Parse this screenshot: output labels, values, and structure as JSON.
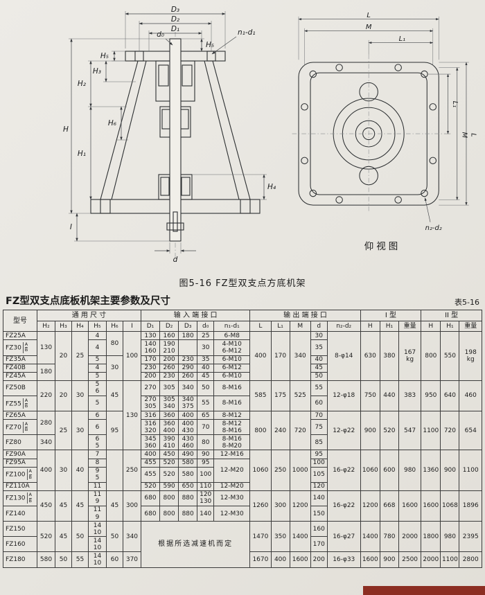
{
  "page": {
    "background": "#e9e7e1",
    "accent_bar_color": "#8c2e22"
  },
  "figure": {
    "caption": "图5-16  FZ型双支点方底机架",
    "side_caption": "仰视图",
    "labels": {
      "D3": "D₃",
      "D2": "D₂",
      "D1": "D₁",
      "H5": "H₅",
      "n1d1": "n₁-d₁",
      "d0": "d₀",
      "H3": "H₃",
      "H2": "H₂",
      "H": "H",
      "H6": "H₆",
      "H1": "H₁",
      "I": "I",
      "H4": "H₄",
      "d": "d",
      "L": "L",
      "L1": "L₁",
      "M": "M",
      "n2d2": "n₂-d₂"
    }
  },
  "section": {
    "title": "FZ型双支点底板机架主要参数及尺寸",
    "table_no": "表5-16"
  },
  "table": {
    "ab_labels": [
      "A",
      "B"
    ],
    "top_headers": [
      {
        "t": "型号",
        "rs": 2
      },
      {
        "t": "通  用  尺  寸",
        "cs": 6
      },
      {
        "t": "输  入  端  接  口",
        "cs": 5
      },
      {
        "t": "输  出  端  接  口",
        "cs": 5
      },
      {
        "t": "I 型",
        "cs": 3
      },
      {
        "t": "II 型",
        "cs": 3
      }
    ],
    "sub_headers": [
      "H₂",
      "H₃",
      "H₄",
      "H₅",
      "H₆",
      "I",
      "D₁",
      "D₂",
      "D₃",
      "d₀",
      "n₁-d₁",
      "L",
      "L₁",
      "M",
      "d",
      "n₂-d₂",
      "H",
      "H₁",
      "重量",
      "H",
      "H₁",
      "重量"
    ],
    "rows": [
      [
        {
          "t": "FZ25A",
          "m": 1
        },
        {
          "t": "130",
          "rs": 3
        },
        {
          "t": "20",
          "rs": 5
        },
        {
          "t": "25",
          "rs": 5
        },
        {
          "t": "4"
        },
        {
          "t": "80",
          "rs": 2
        },
        {
          "t": "100",
          "rs": 5
        },
        {
          "t": "130"
        },
        {
          "t": "160"
        },
        {
          "t": "180"
        },
        {
          "t": "25"
        },
        {
          "t": "6-M8"
        },
        {
          "t": "400",
          "rs": 5
        },
        {
          "t": "170",
          "rs": 5
        },
        {
          "t": "340",
          "rs": 5
        },
        {
          "t": "30"
        },
        {
          "t": "8-φ14",
          "rs": 5
        },
        {
          "t": "630",
          "rs": 5
        },
        {
          "t": "380",
          "rs": 5
        },
        {
          "t": "167\nkg",
          "rs": 5
        },
        {
          "t": "800",
          "rs": 5
        },
        {
          "t": "550",
          "rs": 5
        },
        {
          "t": "198\nkg",
          "rs": 5
        }
      ],
      [
        {
          "t": "FZ30",
          "m": 1,
          "ab": 1
        },
        {
          "t": "4"
        },
        {
          "t": "140\n160"
        },
        {
          "t": "190\n210"
        },
        {
          "t": ""
        },
        {
          "t": "30"
        },
        {
          "t": "4-M10\n6-M12"
        },
        {
          "t": "35"
        }
      ],
      [
        {
          "t": "FZ35A",
          "m": 1
        },
        {
          "t": "5"
        },
        {
          "t": "30",
          "rs": 3
        },
        {
          "t": "170"
        },
        {
          "t": "200"
        },
        {
          "t": "230"
        },
        {
          "t": "35"
        },
        {
          "t": "6-M10"
        },
        {
          "t": "40"
        }
      ],
      [
        {
          "t": "FZ40B",
          "m": 1
        },
        {
          "t": "180",
          "rs": 2
        },
        {
          "t": "4"
        },
        {
          "t": "230"
        },
        {
          "t": "260"
        },
        {
          "t": "290"
        },
        {
          "t": "40"
        },
        {
          "t": "6-M12"
        },
        {
          "t": "45"
        }
      ],
      [
        {
          "t": "FZ45A",
          "m": 1
        },
        {
          "t": "5"
        },
        {
          "t": "200"
        },
        {
          "t": "230"
        },
        {
          "t": "260"
        },
        {
          "t": "45"
        },
        {
          "t": "6-M10"
        },
        {
          "t": "50"
        }
      ],
      [
        {
          "t": "FZ50B",
          "m": 1
        },
        {
          "t": "220",
          "rs": 2
        },
        {
          "t": "20",
          "rs": 2
        },
        {
          "t": "30",
          "rs": 2
        },
        {
          "t": "5\n6"
        },
        {
          "t": "45",
          "rs": 2
        },
        {
          "t": "130",
          "rs": 5
        },
        {
          "t": "270"
        },
        {
          "t": "305"
        },
        {
          "t": "340"
        },
        {
          "t": "50"
        },
        {
          "t": "8-M16"
        },
        {
          "t": "585",
          "rs": 2
        },
        {
          "t": "175",
          "rs": 2
        },
        {
          "t": "525",
          "rs": 2
        },
        {
          "t": "55"
        },
        {
          "t": "12-φ18",
          "rs": 2
        },
        {
          "t": "750",
          "rs": 2
        },
        {
          "t": "440",
          "rs": 2
        },
        {
          "t": "383",
          "rs": 2
        },
        {
          "t": "950",
          "rs": 2
        },
        {
          "t": "640",
          "rs": 2
        },
        {
          "t": "460",
          "rs": 2
        }
      ],
      [
        {
          "t": "FZ55",
          "m": 1,
          "ab": 1
        },
        {
          "t": "5"
        },
        {
          "t": "270\n305"
        },
        {
          "t": "305\n340"
        },
        {
          "t": "340\n375"
        },
        {
          "t": "55"
        },
        {
          "t": "8-M16"
        },
        {
          "t": "60"
        }
      ],
      [
        {
          "t": "FZ65A",
          "m": 1
        },
        {
          "t": "280",
          "rs": 2
        },
        {
          "t": "25",
          "rs": 3
        },
        {
          "t": "30",
          "rs": 3
        },
        {
          "t": "6"
        },
        {
          "t": "95",
          "rs": 3
        },
        {
          "t": "316"
        },
        {
          "t": "360"
        },
        {
          "t": "400"
        },
        {
          "t": "65"
        },
        {
          "t": "8-M12"
        },
        {
          "t": "800",
          "rs": 3
        },
        {
          "t": "240",
          "rs": 3
        },
        {
          "t": "720",
          "rs": 3
        },
        {
          "t": "70"
        },
        {
          "t": "12-φ22",
          "rs": 3
        },
        {
          "t": "900",
          "rs": 3
        },
        {
          "t": "520",
          "rs": 3
        },
        {
          "t": "547",
          "rs": 3
        },
        {
          "t": "1100",
          "rs": 3
        },
        {
          "t": "720",
          "rs": 3
        },
        {
          "t": "654",
          "rs": 3
        }
      ],
      [
        {
          "t": "FZ70",
          "m": 1,
          "ab": 1
        },
        {
          "t": "6"
        },
        {
          "t": "316\n320"
        },
        {
          "t": "360\n400"
        },
        {
          "t": "400\n430"
        },
        {
          "t": "70"
        },
        {
          "t": "8-M12\n8-M16"
        },
        {
          "t": "75"
        }
      ],
      [
        {
          "t": "FZ80",
          "m": 1
        },
        {
          "t": "340"
        },
        {
          "t": "6\n5"
        },
        {
          "t": "345\n360"
        },
        {
          "t": "390\n410"
        },
        {
          "t": "430\n460"
        },
        {
          "t": "80"
        },
        {
          "t": "8-M16\n8-M20"
        },
        {
          "t": "85"
        }
      ],
      [
        {
          "t": "FZ90A",
          "m": 1
        },
        {
          "t": "400",
          "rs": 4
        },
        {
          "t": "30",
          "rs": 4
        },
        {
          "t": "40",
          "rs": 4
        },
        {
          "t": "7"
        },
        {
          "t": "",
          "rs": 4
        },
        {
          "t": "250",
          "rs": 4
        },
        {
          "t": "400"
        },
        {
          "t": "450"
        },
        {
          "t": "490"
        },
        {
          "t": "90"
        },
        {
          "t": "12-M16"
        },
        {
          "t": "1060",
          "rs": 4
        },
        {
          "t": "250",
          "rs": 4
        },
        {
          "t": "1000",
          "rs": 4
        },
        {
          "t": "95"
        },
        {
          "t": "16-φ22",
          "rs": 4
        },
        {
          "t": "1060",
          "rs": 4
        },
        {
          "t": "600",
          "rs": 4
        },
        {
          "t": "980",
          "rs": 4
        },
        {
          "t": "1360",
          "rs": 4
        },
        {
          "t": "900",
          "rs": 4
        },
        {
          "t": "1100",
          "rs": 4
        }
      ],
      [
        {
          "t": "FZ95A",
          "m": 1
        },
        {
          "t": "8"
        },
        {
          "t": "455"
        },
        {
          "t": "520"
        },
        {
          "t": "580"
        },
        {
          "t": "95"
        },
        {
          "t": "12-M20",
          "rs": 2
        },
        {
          "t": "100"
        }
      ],
      [
        {
          "t": "FZ100",
          "m": 1,
          "ab": 1
        },
        {
          "t": "9\n5"
        },
        {
          "t": "455"
        },
        {
          "t": "520"
        },
        {
          "t": "580"
        },
        {
          "t": "100"
        },
        {
          "t": "105"
        }
      ],
      [
        {
          "t": "FZ110A",
          "m": 1
        },
        {
          "t": "11"
        },
        {
          "t": "520"
        },
        {
          "t": "590"
        },
        {
          "t": "650"
        },
        {
          "t": "110"
        },
        {
          "t": "12-M20"
        },
        {
          "t": "120"
        }
      ],
      [
        {
          "t": "FZ130",
          "m": 1,
          "ab": 1
        },
        {
          "t": "450",
          "rs": 2
        },
        {
          "t": "45",
          "rs": 2
        },
        {
          "t": "45",
          "rs": 2
        },
        {
          "t": "11\n9"
        },
        {
          "t": "45",
          "rs": 2
        },
        {
          "t": "300",
          "rs": 2
        },
        {
          "t": "680"
        },
        {
          "t": "800"
        },
        {
          "t": "880"
        },
        {
          "t": "120\n130"
        },
        {
          "t": "12-M30"
        },
        {
          "t": "1260",
          "rs": 2
        },
        {
          "t": "300",
          "rs": 2
        },
        {
          "t": "1200",
          "rs": 2
        },
        {
          "t": "140"
        },
        {
          "t": "16-φ22",
          "rs": 2
        },
        {
          "t": "1200",
          "rs": 2
        },
        {
          "t": "668",
          "rs": 2
        },
        {
          "t": "1600",
          "rs": 2
        },
        {
          "t": "1600",
          "rs": 2
        },
        {
          "t": "1068",
          "rs": 2
        },
        {
          "t": "1896",
          "rs": 2
        }
      ],
      [
        {
          "t": "FZ140",
          "m": 1
        },
        {
          "t": "11\n9"
        },
        {
          "t": "680"
        },
        {
          "t": "800"
        },
        {
          "t": "880"
        },
        {
          "t": "140"
        },
        {
          "t": "12-M30"
        },
        {
          "t": "150"
        }
      ],
      [
        {
          "t": "FZ150",
          "m": 1
        },
        {
          "t": "520",
          "rs": 2
        },
        {
          "t": "45",
          "rs": 2
        },
        {
          "t": "50",
          "rs": 2
        },
        {
          "t": "14\n10"
        },
        {
          "t": "50",
          "rs": 2
        },
        {
          "t": "340",
          "rs": 2
        },
        {
          "t": "根据所选减速机而定",
          "rs": 3,
          "cs": 5,
          "n": "note-cell"
        },
        {
          "t": "1470",
          "rs": 2
        },
        {
          "t": "350",
          "rs": 2
        },
        {
          "t": "1400",
          "rs": 2
        },
        {
          "t": "160"
        },
        {
          "t": "16-φ27",
          "rs": 2
        },
        {
          "t": "1400",
          "rs": 2
        },
        {
          "t": "780",
          "rs": 2
        },
        {
          "t": "2000",
          "rs": 2
        },
        {
          "t": "1800",
          "rs": 2
        },
        {
          "t": "980",
          "rs": 2
        },
        {
          "t": "2395",
          "rs": 2
        }
      ],
      [
        {
          "t": "FZ160",
          "m": 1
        },
        {
          "t": "14\n10"
        },
        {
          "t": "170"
        }
      ],
      [
        {
          "t": "FZ180",
          "m": 1
        },
        {
          "t": "580"
        },
        {
          "t": "50"
        },
        {
          "t": "55"
        },
        {
          "t": "14\n10"
        },
        {
          "t": "60"
        },
        {
          "t": "370"
        },
        {
          "t": "1670"
        },
        {
          "t": "400"
        },
        {
          "t": "1600"
        },
        {
          "t": "200"
        },
        {
          "t": "16-φ33"
        },
        {
          "t": "1600"
        },
        {
          "t": "900"
        },
        {
          "t": "2500"
        },
        {
          "t": "2000"
        },
        {
          "t": "1100"
        },
        {
          "t": "2800"
        }
      ]
    ]
  }
}
